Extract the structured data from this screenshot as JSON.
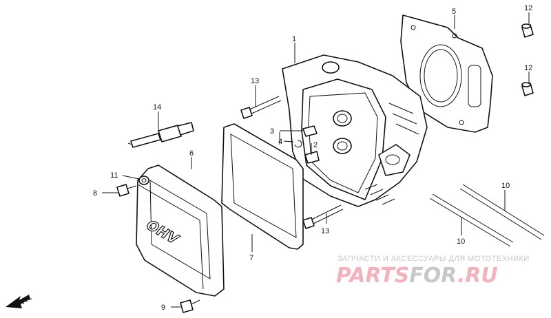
{
  "callouts": {
    "c1": "1",
    "c2": "2",
    "c3": "3",
    "c4": "4",
    "c5": "5",
    "c6": "6",
    "c7": "7",
    "c8": "8",
    "c9": "9",
    "c10a": "10",
    "c10b": "10",
    "c11": "11",
    "c12a": "12",
    "c12b": "12",
    "c13a": "13",
    "c13b": "13",
    "c14": "14"
  },
  "cover_text": "OHV",
  "front_arrow": "FR.",
  "watermark": {
    "subtitle": "ЗАПЧАСТИ И АКСЕССУАРЫ ДЛЯ МОТОТЕХНИКИ",
    "brand_a": "PARTS",
    "brand_b": "FOR",
    "brand_c": ".RU",
    "color_pink": "#f2b3bd",
    "color_grey": "#c8c8c8"
  }
}
